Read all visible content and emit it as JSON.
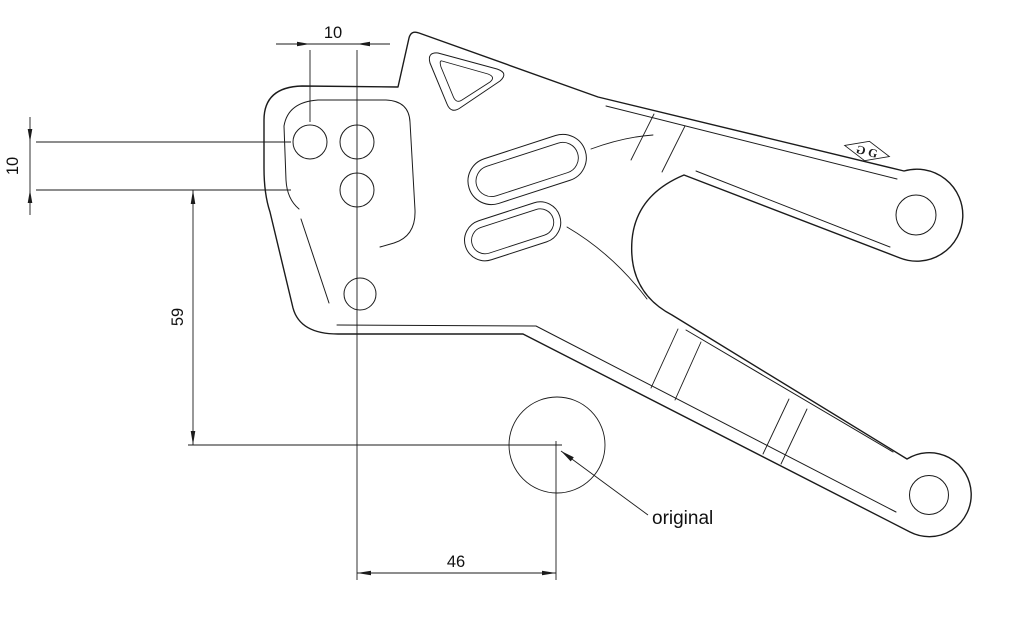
{
  "drawing": {
    "dim_top_value": "10",
    "dim_left_value": "10",
    "dim_vertical_value": "59",
    "dim_bottom_value": "46",
    "original_note": "original",
    "logo_letter": "G",
    "colors": {
      "line": "#1b1b1b",
      "background": "#ffffff"
    }
  }
}
